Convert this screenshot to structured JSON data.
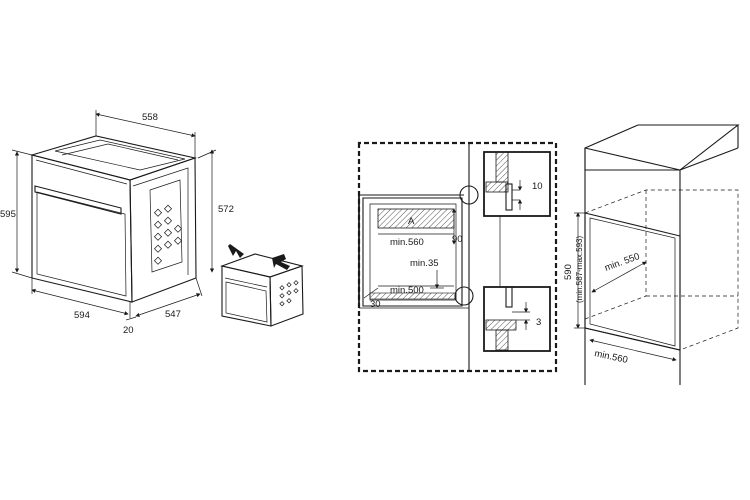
{
  "oven_dimensions": {
    "top_depth": "558",
    "side_height": "572",
    "front_height": "595",
    "front_width": "594",
    "front_offset": "20",
    "base_depth": "547"
  },
  "cabinet_section": {
    "label_a": "A",
    "min_width": "min.560",
    "height": "90",
    "min_gap": "min.35",
    "min_depth": "min.500",
    "offset": "30",
    "detail_top": "10",
    "detail_bottom": "3"
  },
  "niche": {
    "height": "590",
    "height_range": "(min.587-max.593)",
    "min_depth": "min. 550",
    "min_width": "min.560"
  }
}
